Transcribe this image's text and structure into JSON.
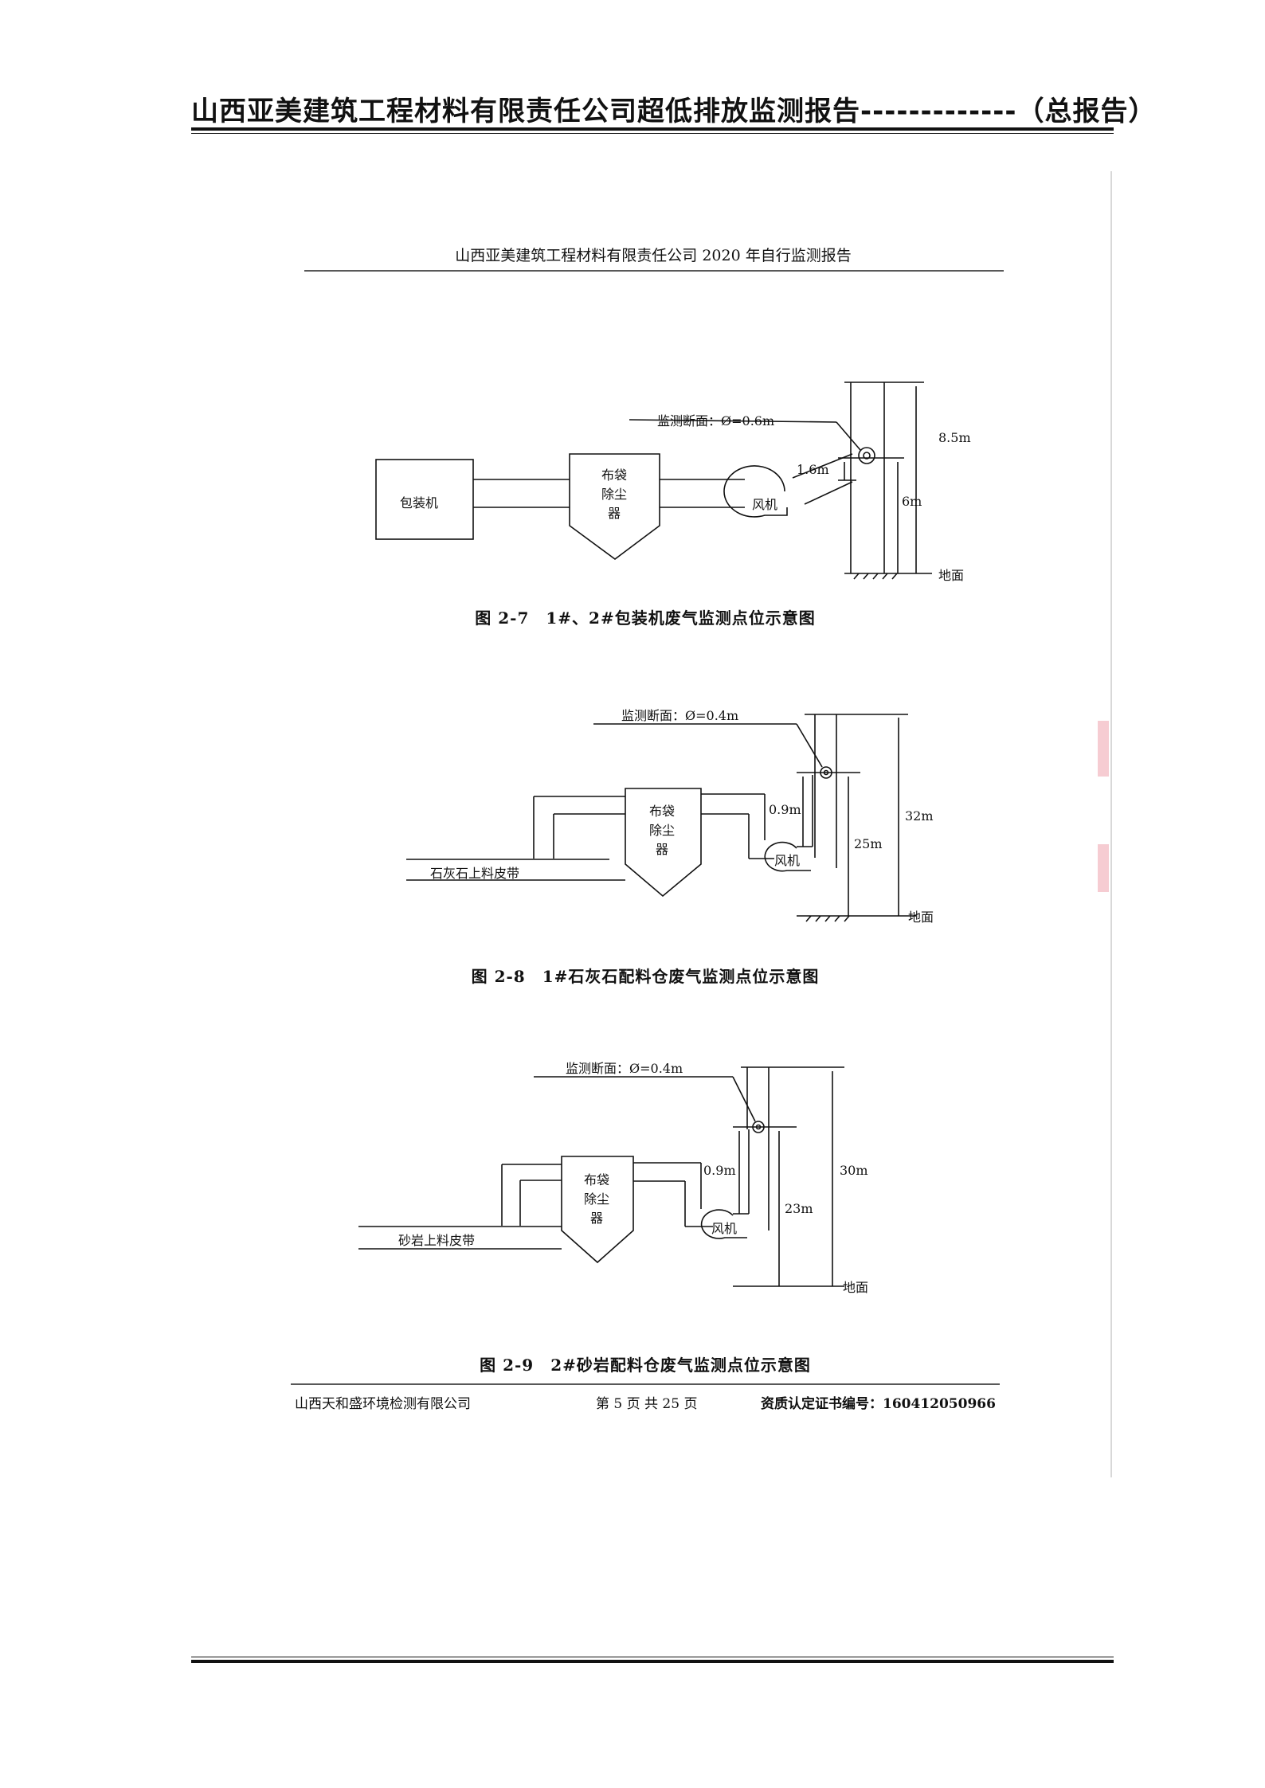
{
  "header": {
    "title": "山西亚美建筑工程材料有限责任公司超低排放监测报告-------------（总报告）"
  },
  "scan": {
    "title": "山西亚美建筑工程材料有限责任公司 2020 年自行监测报告",
    "footer": {
      "company": "山西天和盛环境检测有限公司",
      "page": "第 5 页 共 25 页",
      "cert": "资质认定证书编号：160412050966"
    }
  },
  "figures": [
    {
      "caption": "图 2-7　1#、2#包装机废气监测点位示意图",
      "section_label": "监测断面：Ø=0.6m",
      "source": "包装机",
      "filter": [
        "布袋",
        "除尘",
        "器"
      ],
      "fan": "风机",
      "h_section": "1.6m",
      "h_point": "6m",
      "h_total": "8.5m",
      "ground": "地面"
    },
    {
      "caption": "图 2-8　1#石灰石配料仓废气监测点位示意图",
      "section_label": "监测断面：Ø=0.4m",
      "source": "石灰石上料皮带",
      "filter": [
        "布袋",
        "除尘",
        "器"
      ],
      "fan": "风机",
      "h_section": "0.9m",
      "h_point": "25m",
      "h_total": "32m",
      "ground": "地面"
    },
    {
      "caption": "图 2-9　2#砂岩配料仓废气监测点位示意图",
      "section_label": "监测断面：Ø=0.4m",
      "source": "砂岩上料皮带",
      "filter": [
        "布袋",
        "除尘",
        "器"
      ],
      "fan": "风机",
      "h_section": "0.9m",
      "h_point": "23m",
      "h_total": "30m",
      "ground": "地面"
    }
  ]
}
